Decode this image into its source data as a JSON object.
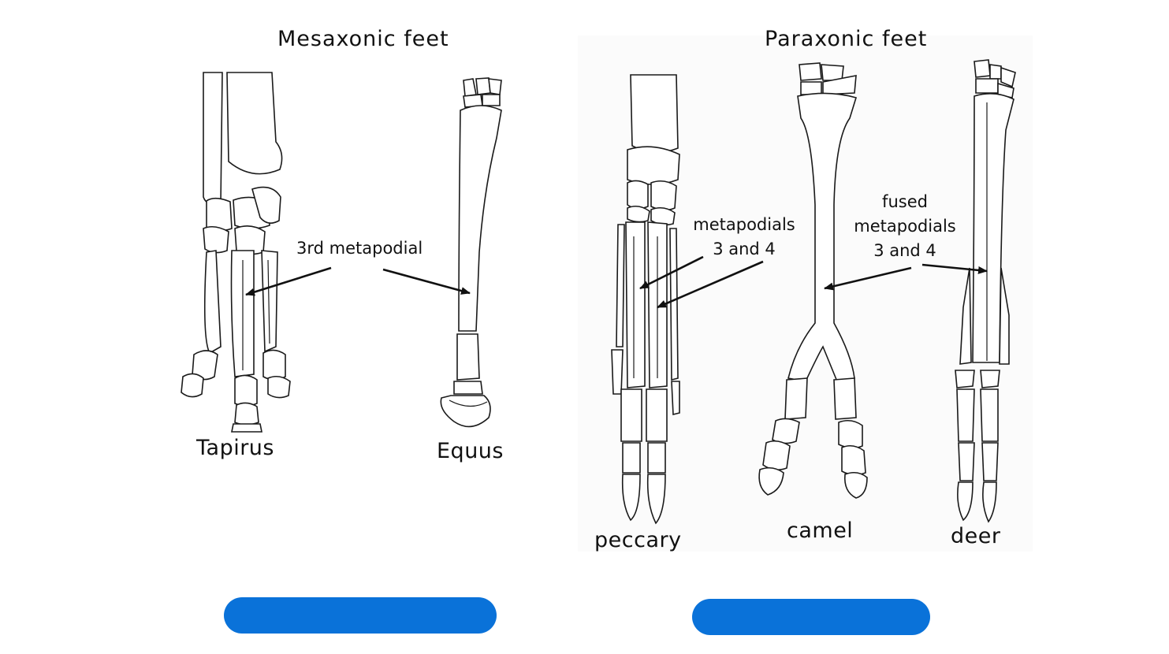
{
  "titles": {
    "mesaxonic": "Mesaxonic feet",
    "paraxonic": "Paraxonic feet"
  },
  "genera": {
    "tapirus": "Tapirus",
    "equus": "Equus",
    "peccary": "peccary",
    "camel": "camel",
    "deer": "deer"
  },
  "annotations": {
    "third_metapodial": "3rd metapodial",
    "metapodials_3_4": [
      "metapodials",
      "3 and 4"
    ],
    "fused_metapodials": [
      "fused",
      "metapodials",
      "3 and 4"
    ]
  },
  "buttons": {
    "left": {
      "color": "#0a72d9"
    },
    "right": {
      "color": "#0a72d9"
    }
  }
}
